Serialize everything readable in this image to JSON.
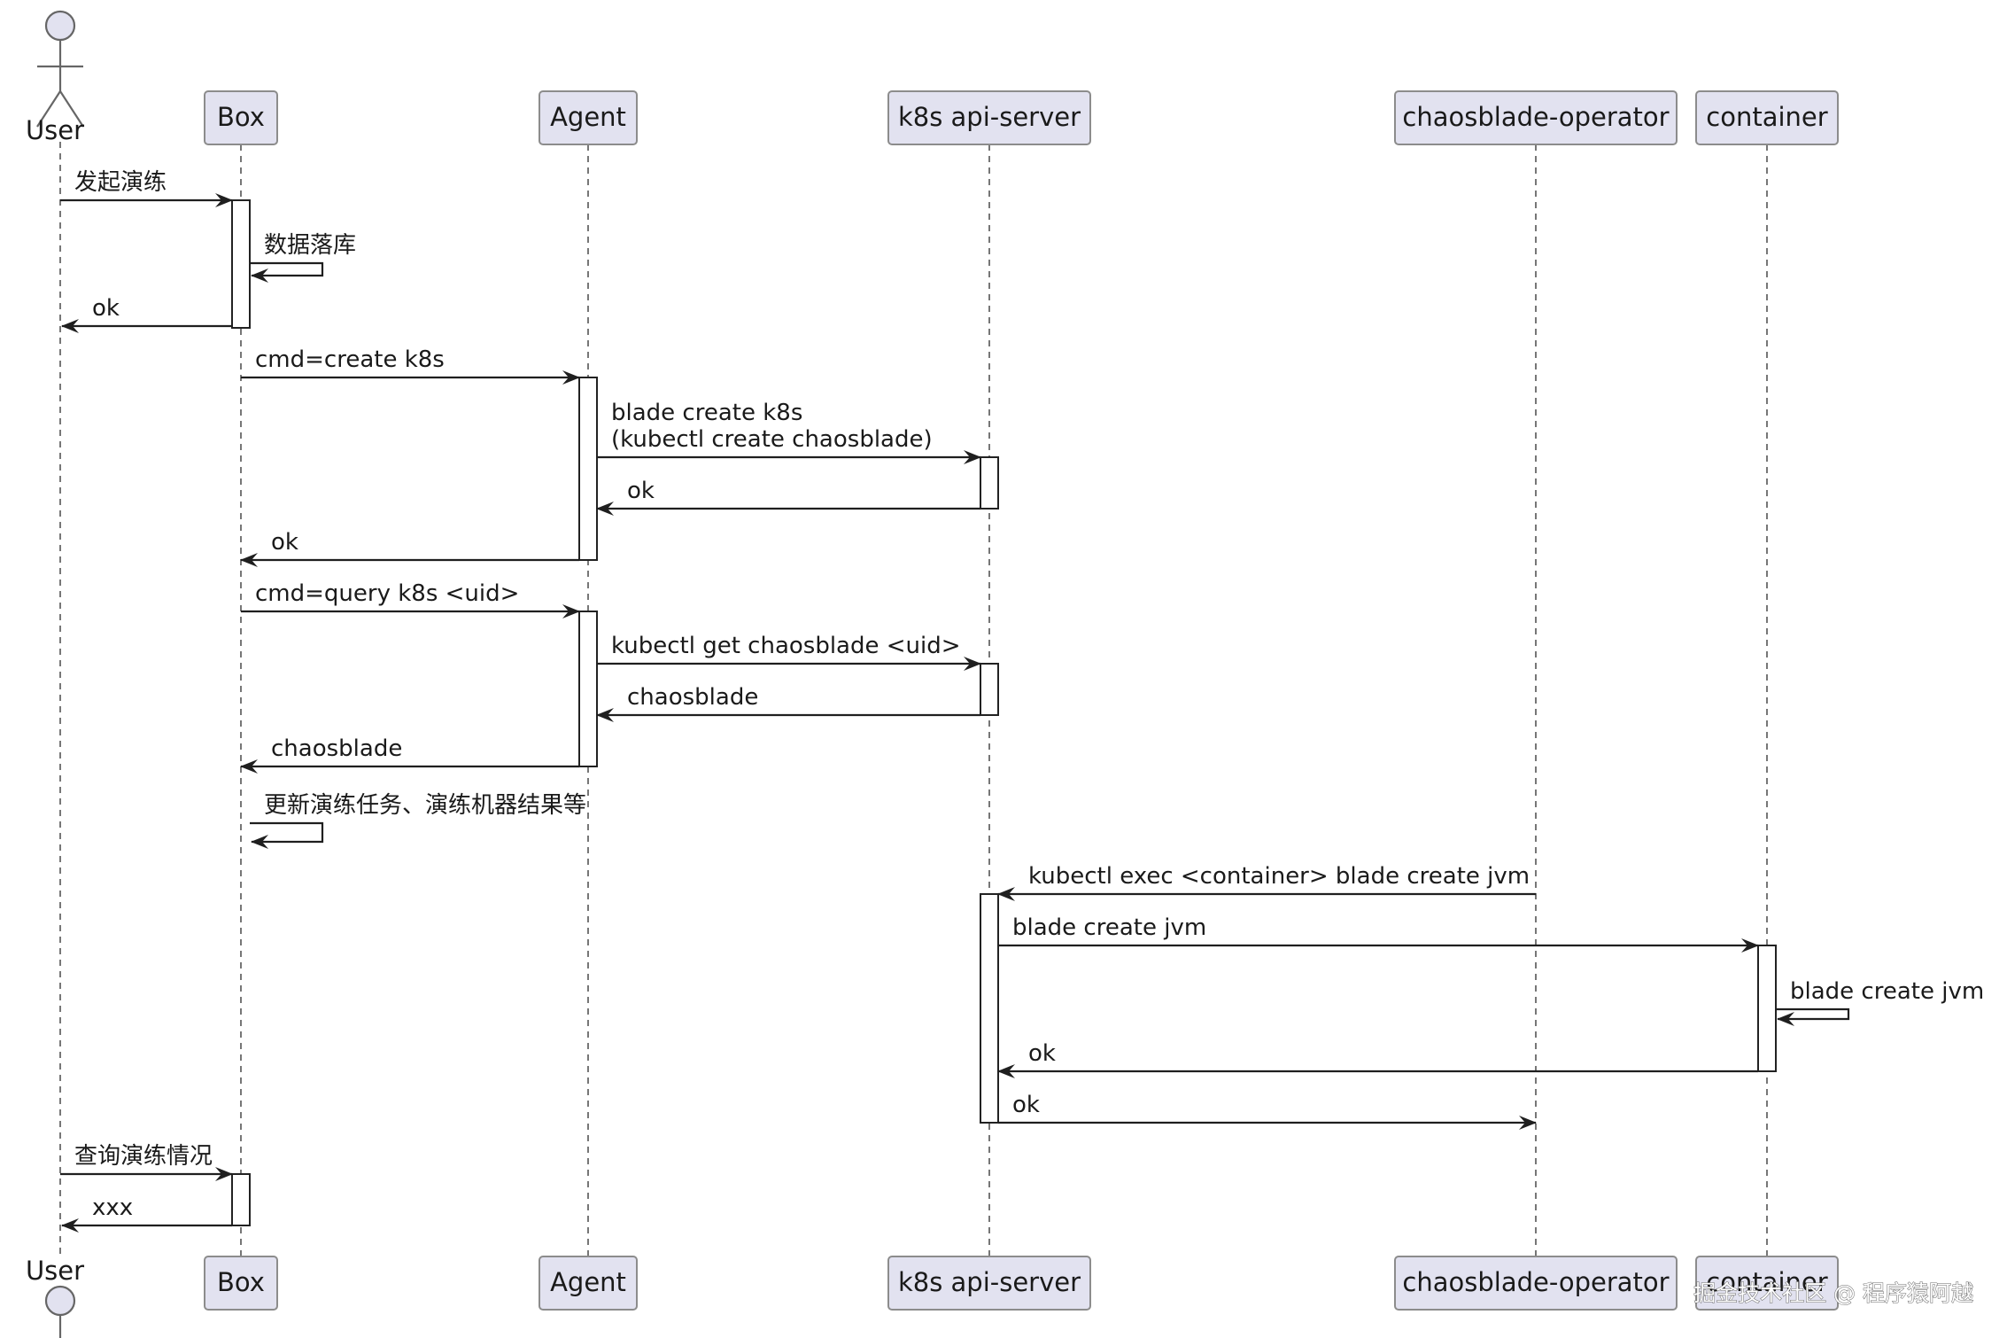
{
  "participants": [
    {
      "id": "user",
      "label": "User",
      "kind": "actor"
    },
    {
      "id": "box",
      "label": "Box",
      "kind": "participant"
    },
    {
      "id": "agent",
      "label": "Agent",
      "kind": "participant"
    },
    {
      "id": "k8s",
      "label": "k8s api-server",
      "kind": "participant"
    },
    {
      "id": "operator",
      "label": "chaosblade-operator",
      "kind": "participant"
    },
    {
      "id": "container",
      "label": "container",
      "kind": "participant"
    }
  ],
  "messages": [
    {
      "from": "user",
      "to": "box",
      "lines": [
        "发起演练"
      ],
      "type": "call"
    },
    {
      "from": "box",
      "to": "box",
      "lines": [
        "数据落库"
      ],
      "type": "self"
    },
    {
      "from": "box",
      "to": "user",
      "lines": [
        "ok"
      ],
      "type": "reply"
    },
    {
      "from": "box",
      "to": "agent",
      "lines": [
        "cmd=create k8s"
      ],
      "type": "call"
    },
    {
      "from": "agent",
      "to": "k8s",
      "lines": [
        "blade create k8s",
        "(kubectl create chaosblade)"
      ],
      "type": "call"
    },
    {
      "from": "k8s",
      "to": "agent",
      "lines": [
        "ok"
      ],
      "type": "reply"
    },
    {
      "from": "agent",
      "to": "box",
      "lines": [
        "ok"
      ],
      "type": "reply"
    },
    {
      "from": "box",
      "to": "agent",
      "lines": [
        "cmd=query k8s <uid>"
      ],
      "type": "call"
    },
    {
      "from": "agent",
      "to": "k8s",
      "lines": [
        "kubectl get chaosblade <uid>"
      ],
      "type": "call"
    },
    {
      "from": "k8s",
      "to": "agent",
      "lines": [
        "chaosblade"
      ],
      "type": "reply"
    },
    {
      "from": "agent",
      "to": "box",
      "lines": [
        "chaosblade"
      ],
      "type": "reply"
    },
    {
      "from": "box",
      "to": "box",
      "lines": [
        "更新演练任务、演练机器结果等"
      ],
      "type": "self"
    },
    {
      "from": "operator",
      "to": "k8s",
      "lines": [
        "kubectl exec <container> blade create jvm"
      ],
      "type": "call"
    },
    {
      "from": "k8s",
      "to": "container",
      "lines": [
        "blade create jvm"
      ],
      "type": "call"
    },
    {
      "from": "container",
      "to": "container",
      "lines": [
        "blade create jvm"
      ],
      "type": "self"
    },
    {
      "from": "container",
      "to": "k8s",
      "lines": [
        "ok"
      ],
      "type": "reply"
    },
    {
      "from": "k8s",
      "to": "operator",
      "lines": [
        "ok"
      ],
      "type": "reply"
    },
    {
      "from": "user",
      "to": "box",
      "lines": [
        "查询演练情况"
      ],
      "type": "call"
    },
    {
      "from": "box",
      "to": "user",
      "lines": [
        "xxx"
      ],
      "type": "reply"
    }
  ],
  "activations": [
    {
      "participant": "box",
      "from_msg": 0,
      "to_msg": 2
    },
    {
      "participant": "agent",
      "from_msg": 3,
      "to_msg": 6
    },
    {
      "participant": "k8s",
      "from_msg": 4,
      "to_msg": 5
    },
    {
      "participant": "agent",
      "from_msg": 7,
      "to_msg": 10
    },
    {
      "participant": "k8s",
      "from_msg": 8,
      "to_msg": 9
    },
    {
      "participant": "k8s",
      "from_msg": 12,
      "to_msg": 16
    },
    {
      "participant": "container",
      "from_msg": 13,
      "to_msg": 15
    },
    {
      "participant": "box",
      "from_msg": 17,
      "to_msg": 18
    }
  ],
  "watermark": "掘金技术社区 @ 程序猿阿越",
  "colors": {
    "participant_fill": "#e2e2f0",
    "participant_border": "#8c8c8c",
    "line": "#1f1f1f",
    "background": "#ffffff"
  }
}
